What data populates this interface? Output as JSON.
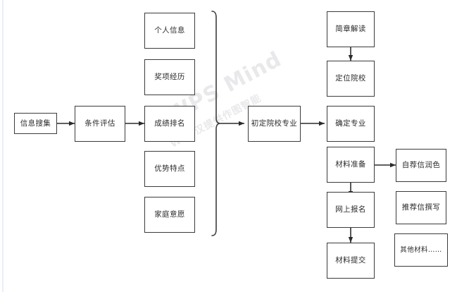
{
  "diagram": {
    "type": "flowchart",
    "title": "",
    "watermark": {
      "primary": "WPS Mind",
      "secondary": "WPS汉提供作图智能"
    },
    "colors": {
      "node_border": "#3b3b3b",
      "node_fill": "#ffffff",
      "edge": "#2b2b2b",
      "background": "#ffffff",
      "watermark": "#e9e9ec"
    },
    "nodes": {
      "start": {
        "label": "信息搜集"
      },
      "evaluate": {
        "label": "条件评估"
      },
      "personal_info": {
        "label": "个人信息"
      },
      "award_history": {
        "label": "奖项经历"
      },
      "grade_rank": {
        "label": "成绩排名"
      },
      "strengths": {
        "label": "优势特点"
      },
      "family_wish": {
        "label": "家庭意愿"
      },
      "preliminary_school": {
        "label": "初定院校专业"
      },
      "brochure_reading": {
        "label": "简章解读"
      },
      "locate_school": {
        "label": "定位院校"
      },
      "confirm_major": {
        "label": "确定专业"
      },
      "material_prep": {
        "label": "材料准备"
      },
      "online_apply": {
        "label": "网上报名"
      },
      "material_submit": {
        "label": "材料提交"
      },
      "self_rec_polish": {
        "label": "自荐信润色"
      },
      "rec_letter_write": {
        "label": "推荐信撰写"
      },
      "other_materials": {
        "label": "其他材料……"
      }
    },
    "edges": [
      {
        "from": "start",
        "to": "evaluate",
        "style": "arrow"
      },
      {
        "from": "evaluate",
        "to": "grade_rank",
        "style": "arrow"
      },
      {
        "from": "brace_group",
        "to": "preliminary_school",
        "style": "arrow"
      },
      {
        "from": "preliminary_school",
        "to": "confirm_major",
        "style": "arrow"
      },
      {
        "from": "brochure_reading",
        "to": "locate_school",
        "style": "arrow"
      },
      {
        "from": "material_prep",
        "to": "self_rec_polish",
        "style": "arrow"
      },
      {
        "from": "material_prep",
        "to": "online_apply",
        "style": "arrow"
      },
      {
        "from": "online_apply",
        "to": "material_submit",
        "style": "arrow"
      }
    ],
    "brace": {
      "label": "",
      "groups": [
        "personal_info",
        "award_history",
        "grade_rank",
        "strengths",
        "family_wish"
      ]
    }
  }
}
